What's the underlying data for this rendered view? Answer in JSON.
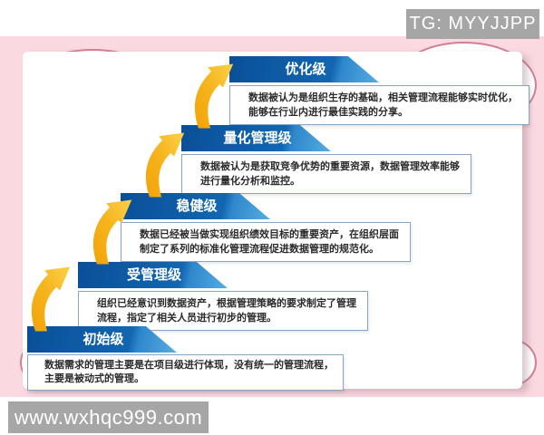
{
  "watermarks": {
    "top": "TG: MYYJJPP",
    "bottom": "www.wxhqc999.com"
  },
  "diagram": {
    "type": "maturity-staircase",
    "levels": [
      {
        "name": "优化级",
        "desc_line1": "数据被认为是组织生存的基础，相关管理流程能够实时优化，",
        "desc_line2": "能够在行业内进行最佳实践的分享。"
      },
      {
        "name": "量化管理级",
        "desc_line1": "数据被认为是获取竞争优势的重要资源，数据管理效率能够",
        "desc_line2": "进行量化分析和监控。"
      },
      {
        "name": "稳健级",
        "desc_line1": "数据已经被当做实现组织绩效目标的重要资产，在组织层面",
        "desc_line2": "制定了系列的标准化管理流程促进数据管理的规范化。"
      },
      {
        "name": "受管理级",
        "desc_line1": "组织已经意识到数据资产，根据管理策略的要求制定了管理",
        "desc_line2": "流程，指定了相关人员进行初步的管理。"
      },
      {
        "name": "初始级",
        "desc_line1": "数据需求的管理主要是在项目级进行体现，没有统一的管理流程，",
        "desc_line2": "主要是被动式的管理。"
      }
    ],
    "colors": {
      "background_pink": "#fbd9e1",
      "tab_blue": "#1266b0",
      "tab_blue_light": "#5cb0e4",
      "arrow_gold": "#f6b41c",
      "box_border": "#84a7c7",
      "watermark_gray": "#a6a6a6",
      "decor_stroke": "#d27e97"
    }
  }
}
